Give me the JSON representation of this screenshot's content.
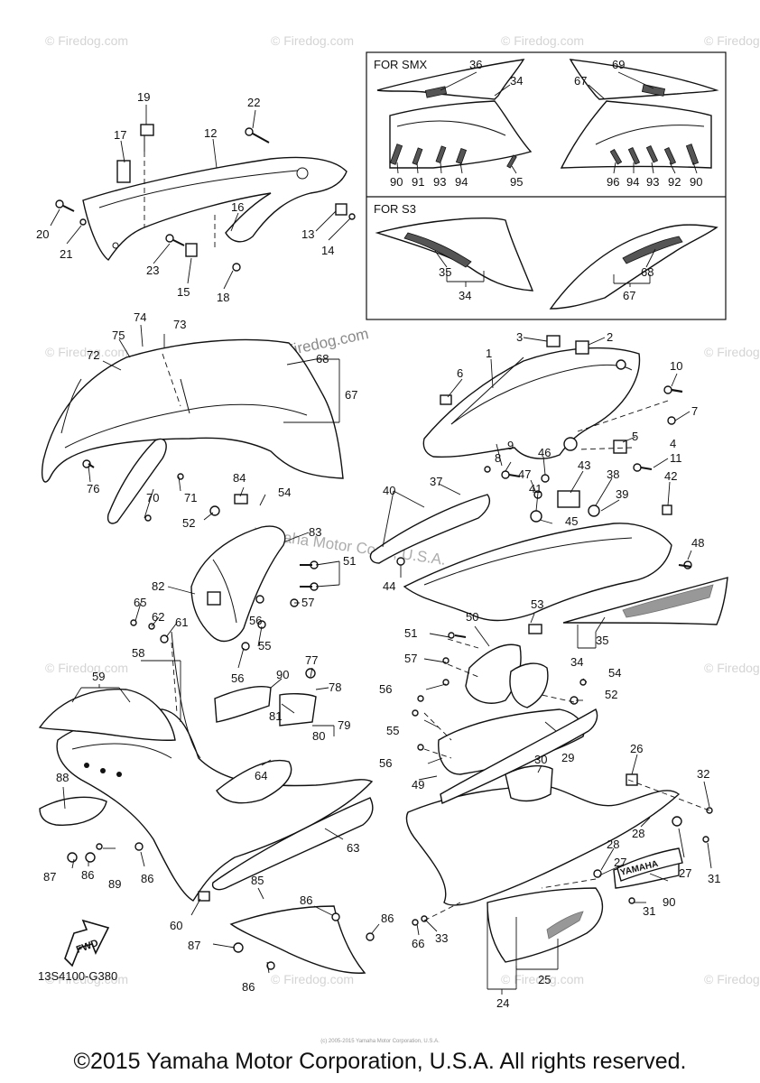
{
  "document": {
    "diagram_code": "13S4100-G380",
    "copyright": "©2015 Yamaha Motor Corporation, U.S.A. All rights reserved.",
    "tiny_notice": "(c) 2005-2015 Yamaha Motor Corporation, U.S.A.",
    "watermark": "© Firedog.com",
    "overlay_watermark": "Yamaha Motor Corp., U.S.A.",
    "fwd_label": "FWD",
    "inset_smx_title": "FOR SMX",
    "inset_s3_title": "FOR S3",
    "decal_brand": "YAMAHA"
  },
  "labels": {
    "l1": "1",
    "l2": "2",
    "l3": "3",
    "l4": "4",
    "l5": "5",
    "l6": "6",
    "l7": "7",
    "l8": "8",
    "l9": "9",
    "l10": "10",
    "l11": "11",
    "l12": "12",
    "l13": "13",
    "l14": "14",
    "l15": "15",
    "l16": "16",
    "l17": "17",
    "l18": "18",
    "l19": "19",
    "l20": "20",
    "l21": "21",
    "l22": "22",
    "l23": "23",
    "l24": "24",
    "l25": "25",
    "l26": "26",
    "l27a": "27",
    "l27b": "27",
    "l28a": "28",
    "l28b": "28",
    "l29": "29",
    "l30": "30",
    "l31a": "31",
    "l31b": "31",
    "l32": "32",
    "l33": "33",
    "l34": "34",
    "l35": "35",
    "l37": "37",
    "l38": "38",
    "l39": "39",
    "l40": "40",
    "l41": "41",
    "l42": "42",
    "l43": "43",
    "l44": "44",
    "l45": "45",
    "l46": "46",
    "l47": "47",
    "l48": "48",
    "l49": "49",
    "l50": "50",
    "l51a": "51",
    "l51b": "51",
    "l52a": "52",
    "l52b": "52",
    "l53": "53",
    "l54a": "54",
    "l54b": "54",
    "l55a": "55",
    "l55b": "55",
    "l56a": "56",
    "l56b": "56",
    "l56c": "56",
    "l56d": "56",
    "l57a": "57",
    "l57b": "57",
    "l58": "58",
    "l59": "59",
    "l60": "60",
    "l61": "61",
    "l62": "62",
    "l63": "63",
    "l64": "64",
    "l65": "65",
    "l66": "66",
    "l67": "67",
    "l68": "68",
    "l70": "70",
    "l71": "71",
    "l72": "72",
    "l73": "73",
    "l74": "74",
    "l75": "75",
    "l76": "76",
    "l77": "77",
    "l78": "78",
    "l79": "79",
    "l80": "80",
    "l81": "81",
    "l82": "82",
    "l83": "83",
    "l84": "84",
    "l85": "85",
    "l86a": "86",
    "l86b": "86",
    "l86c": "86",
    "l86d": "86",
    "l86e": "86",
    "l87a": "87",
    "l87b": "87",
    "l88": "88",
    "l89": "89",
    "l90a": "90",
    "l90b": "90"
  },
  "inset_labels": {
    "s36": "36",
    "s34": "34",
    "s69": "69",
    "s67": "67",
    "s90a": "90",
    "s91": "91",
    "s93a": "93",
    "s94a": "94",
    "s95": "95",
    "s96": "96",
    "s94b": "94",
    "s93b": "93",
    "s92": "92",
    "s90b": "90",
    "t35": "35",
    "t34": "34",
    "t68": "68",
    "t67": "67"
  }
}
